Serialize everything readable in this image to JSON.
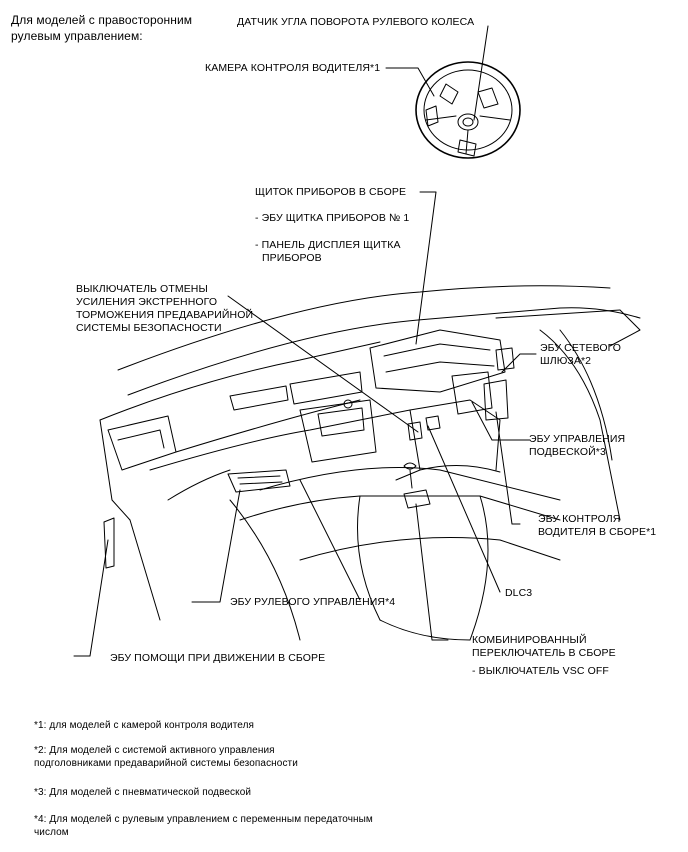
{
  "header": {
    "line1": "Для моделей с правосторонним",
    "line2": "рулевым управлением:"
  },
  "labels": {
    "steering_sensor": "ДАТЧИК УГЛА ПОВОРОТА РУЛЕВОГО КОЛЕСА",
    "driver_camera": "КАМЕРА КОНТРОЛЯ ВОДИТЕЛЯ*1",
    "cluster_title": "ЩИТОК ПРИБОРОВ В СБОРЕ",
    "cluster_ecu": "- ЭБУ ЩИТКА ПРИБОРОВ № 1",
    "cluster_panel_1": "- ПАНЕЛЬ ДИСПЛЕЯ ЩИТКА",
    "cluster_panel_2": "ПРИБОРОВ",
    "cancel_switch_1": "ВЫКЛЮЧАТЕЛЬ ОТМЕНЫ",
    "cancel_switch_2": "УСИЛЕНИЯ ЭКСТРЕННОГО",
    "cancel_switch_3": "ТОРМОЖЕНИЯ ПРЕДАВАРИЙНОЙ",
    "cancel_switch_4": "СИСТЕМЫ БЕЗОПАСНОСТИ",
    "gateway_1": "ЭБУ СЕТЕВОГО",
    "gateway_2": "ШЛЮЗА*2",
    "suspension_1": "ЭБУ УПРАВЛЕНИЯ",
    "suspension_2": "ПОДВЕСКОЙ*3",
    "driver_monitor_1": "ЭБУ КОНТРОЛЯ",
    "driver_monitor_2": "ВОДИТЕЛЯ В СБОРЕ*1",
    "dlc3": "DLC3",
    "steering_ecu": "ЭБУ РУЛЕВОГО УПРАВЛЕНИЯ*4",
    "driving_support": "ЭБУ ПОМОЩИ ПРИ ДВИЖЕНИИ В СБОРЕ",
    "combo_switch_1": "КОМБИНИРОВАННЫЙ",
    "combo_switch_2": "ПЕРЕКЛЮЧАТЕЛЬ В СБОРЕ",
    "vsc_off": "- ВЫКЛЮЧАТЕЛЬ VSC OFF"
  },
  "footnotes": {
    "n1": "*1: для моделей с камерой контроля водителя",
    "n2_1": "*2: Для моделей с системой активного управления",
    "n2_2": "подголовниками предаварийной системы безопасности",
    "n3": "*3: Для моделей с пневматической подвеской",
    "n4_1": "*4: Для моделей с рулевым управлением с переменным передаточным",
    "n4_2": "числом"
  }
}
